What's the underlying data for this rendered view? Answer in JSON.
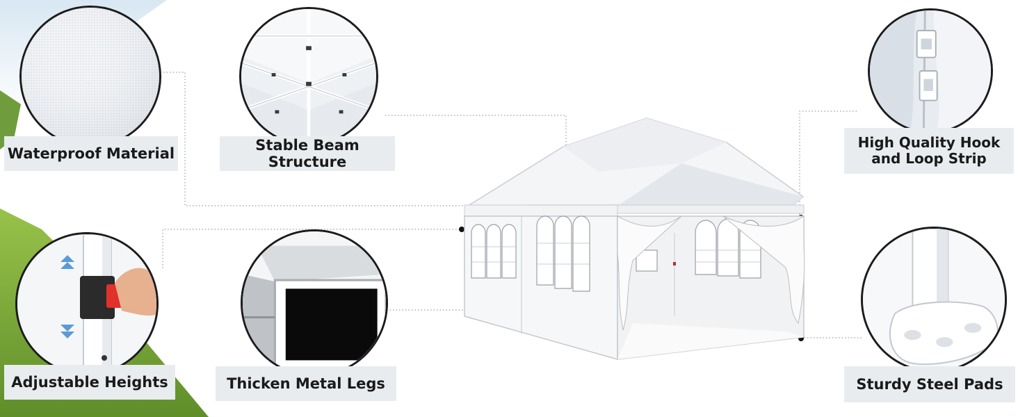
{
  "features": [
    {
      "id": "waterproof",
      "label": "Waterproof Material",
      "icon": "fabric-texture-icon"
    },
    {
      "id": "beam",
      "label": "Stable Beam Structure",
      "icon": "canopy-frame-icon"
    },
    {
      "id": "hook",
      "label_lines": [
        "High Quality Hook",
        "and Loop Strip"
      ],
      "icon": "hook-loop-strip-icon"
    },
    {
      "id": "heights",
      "label": "Adjustable Heights",
      "icon": "height-adjust-icon"
    },
    {
      "id": "legs",
      "label": "Thicken Metal Legs",
      "icon": "metal-leg-profile-icon"
    },
    {
      "id": "pads",
      "label": "Sturdy Steel Pads",
      "icon": "steel-foot-pad-icon"
    }
  ],
  "colors": {
    "label_bg": "#e9ecef",
    "text": "#1a1a1a",
    "circle_border": "#1c1c1c",
    "arrow_blue": "#5b9bd5",
    "lever_red": "#e0312b",
    "grass_green": "#7fae3a"
  }
}
